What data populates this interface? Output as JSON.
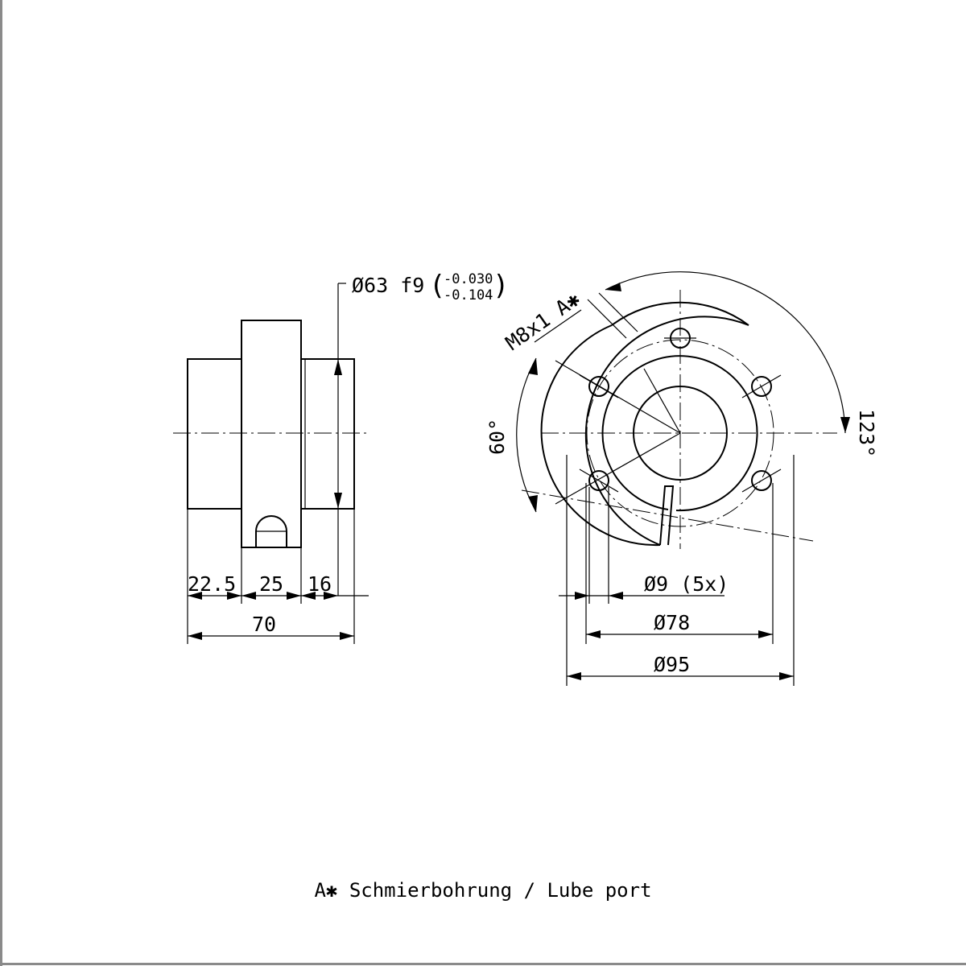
{
  "side_view": {
    "dim_22_5": "22.5",
    "dim_25": "25",
    "dim_16": "16",
    "dim_70": "70",
    "pilot_diameter": "Ø63 f9",
    "tol_upper": "-0.030",
    "tol_lower": "-0.104"
  },
  "front_view": {
    "lube_thread": "M8x1 A✱",
    "angle_60": "60°",
    "angle_123": "123°",
    "hole_dia": "Ø9 (5x)",
    "bolt_circle": "Ø78",
    "flange_dia": "Ø95"
  },
  "legend": "A✱ Schmierbohrung / Lube port"
}
